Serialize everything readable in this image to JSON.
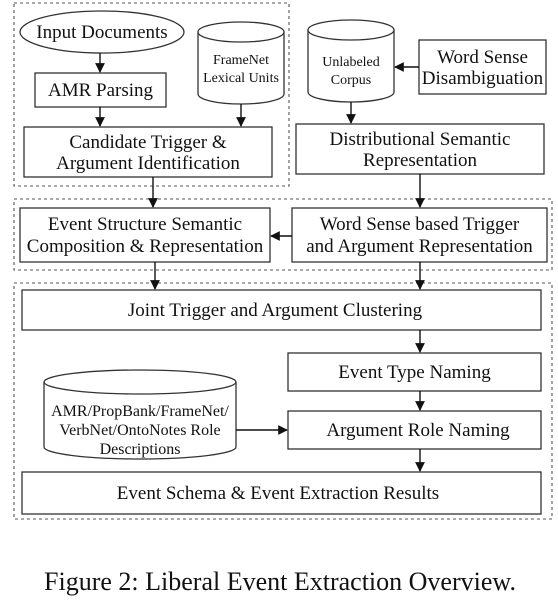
{
  "diagram": {
    "input_documents": "Input Documents",
    "amr_parsing": "AMR Parsing",
    "framenet_line1": "FrameNet",
    "framenet_line2": "Lexical Units",
    "candidate_line1": "Candidate Trigger &",
    "candidate_line2": "Argument Identification",
    "corpus_line1": "Unlabeled",
    "corpus_line2": "Corpus",
    "wsd_line1": "Word Sense",
    "wsd_line2": "Disambiguation",
    "dsr_line1": "Distributional Semantic",
    "dsr_line2": "Representation",
    "event_structure_line1": "Event Structure Semantic",
    "event_structure_line2": "Composition & Representation",
    "word_sense_rep_line1": "Word Sense based Trigger",
    "word_sense_rep_line2": "and Argument Representation",
    "joint_clustering": "Joint Trigger and Argument Clustering",
    "event_type_naming": "Event Type Naming",
    "resources_line1": "AMR/PropBank/FrameNet/",
    "resources_line2": "VerbNet/OntoNotes Role",
    "resources_line3": "Descriptions",
    "argument_role_naming": "Argument Role Naming",
    "results": "Event Schema & Event Extraction Results"
  },
  "caption": "Figure 2: Liberal Event Extraction Overview."
}
